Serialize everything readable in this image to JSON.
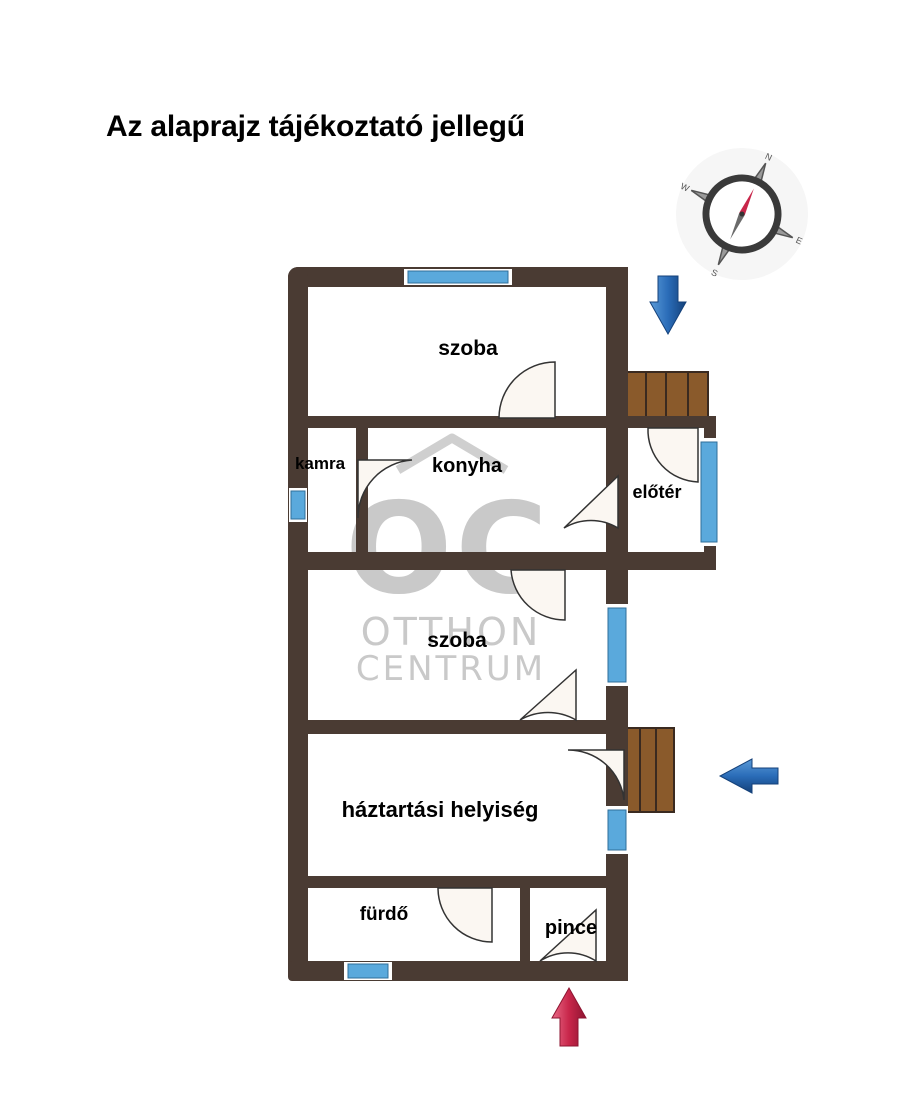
{
  "title": "Az alaprajz tájékoztató jellegű",
  "watermark": {
    "logo": "OC",
    "line1": "OTTHON",
    "line2": "CENTRUM"
  },
  "compass": {
    "n": "N",
    "e": "E",
    "s": "S",
    "w": "W"
  },
  "rooms": {
    "szoba_top": "szoba",
    "kamra": "kamra",
    "konyha": "konyha",
    "eloter": "előtér",
    "szoba_mid": "szoba",
    "haztartasi": "háztartási helyiség",
    "furdo": "fürdő",
    "pince": "pince"
  },
  "colors": {
    "wall": "#4a3b33",
    "window": "#5aa9dc",
    "stairs": "#8a5a2b",
    "arrow_blue": "#1f5fa8",
    "arrow_red": "#c8264a",
    "door_fill": "#fbf7f2"
  },
  "icons": [
    "compass-icon",
    "entrance-arrow-icon",
    "door-icon",
    "window-icon",
    "stairs-icon"
  ]
}
